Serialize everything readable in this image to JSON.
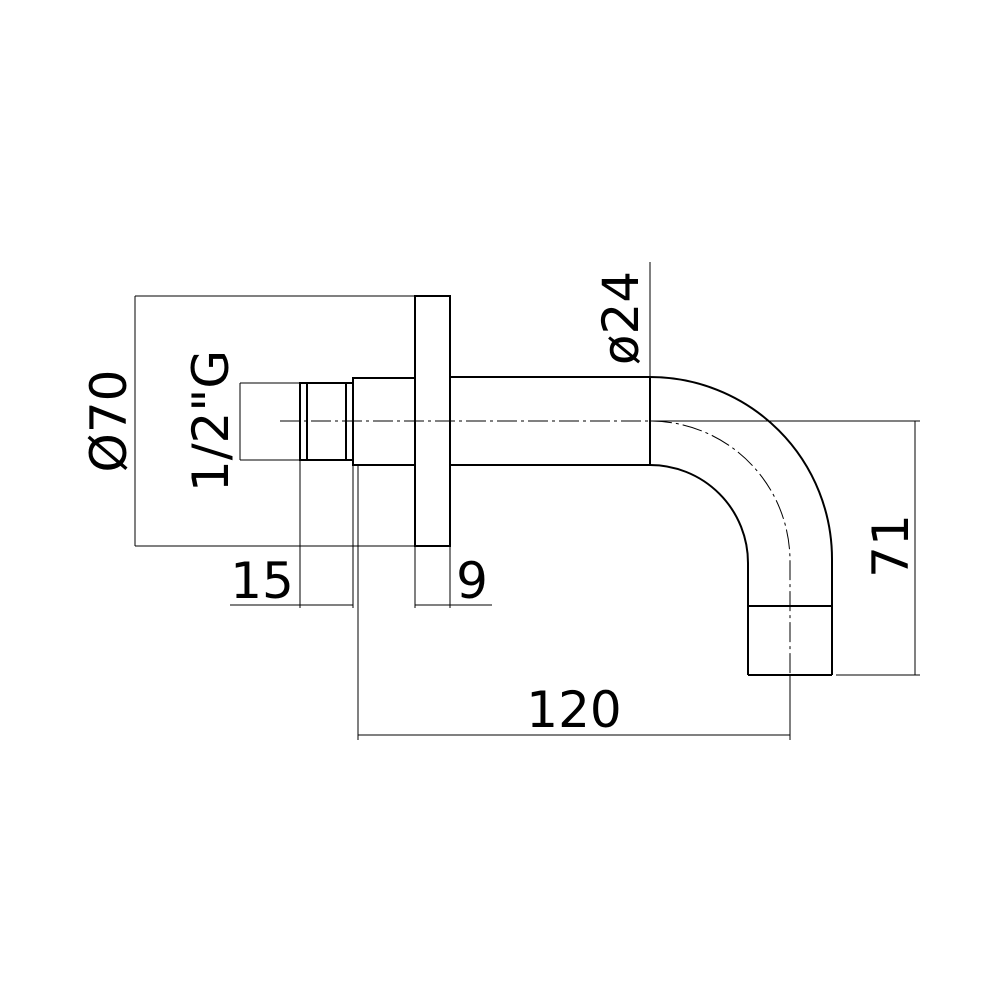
{
  "drawing": {
    "subject": "Wall-mounted bath spout technical drawing",
    "dimensions": {
      "flange_diameter": "Ø70",
      "thread": "1/2\"G",
      "thread_length": "15",
      "flange_thickness": "9",
      "spout_diameter": "ø24",
      "projection": "120",
      "drop": "71"
    }
  }
}
